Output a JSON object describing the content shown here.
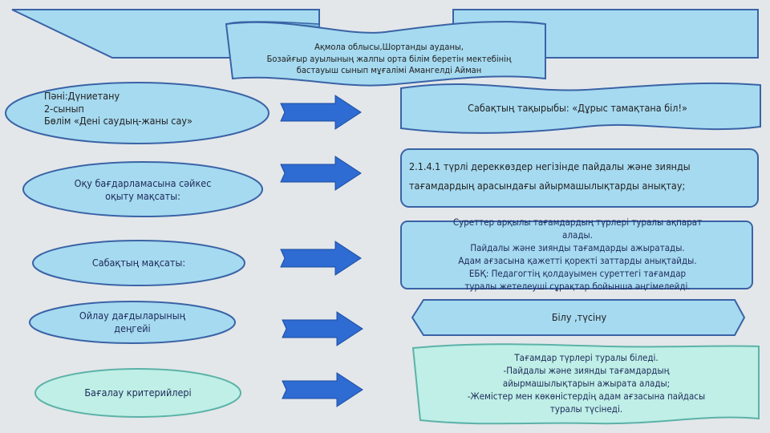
{
  "banner": {
    "line1": "Ақмола облысы,Шортанды ауданы,",
    "line2": "Бозайғыр ауылының жалпы орта білім беретін мектебінің",
    "line3": "бастауыш сынып мұғалімі Амангелді Айман"
  },
  "left": {
    "subject_line1": "Пәні:Дүниетану",
    "subject_line2": "2-сынып",
    "subject_line3": "Бөлім  «Дені саудың-жаны сау»",
    "goal_line1": "Оқу бағдарламасына сәйкес",
    "goal_line2": "оқыту мақсаты:",
    "lesson_goal": "Сабақтың мақсаты:",
    "thinking_line1": "Ойлау дағдыларының",
    "thinking_line2": "деңгейі",
    "criteria": "Бағалау критерийлері"
  },
  "right": {
    "topic": "Сабақтың тақырыбы: «Дұрыс тамақтана біл!»",
    "objective_line1": "2.1.4.1 түрлі дереккөздер негізінде пайдалы және зиянды",
    "objective_line2": "тағамдардың арасындағы айырмашылықтарды анықтау;",
    "lesson_goal_lines": [
      "Суреттер арқылы тағамдардың түрлері туралы ақпарат",
      "алады.",
      "Пайдалы және зиянды  тағамдарды  ажыратады.",
      "Адам ағзасына  қажетті қоректі заттарды анықтайды.",
      "ЕБҚ: Педагогтің қолдауымен суреттегі  тағамдар",
      "туралы жетелеуші сұрақтар бойынша әңгімелейді."
    ],
    "thinking": "Білу ,түсіну",
    "criteria_lines": [
      "Тағамдар түрлері туралы біледі.",
      "-Пайдалы және зиянды тағамдардың",
      "айырмашылықтарын ажырата алады;",
      "-Жемістер мен көкөністердің адам ағзасына пайдасы",
      "туралы түсінеді."
    ]
  },
  "colors": {
    "shape_fill": "#a6daf0",
    "shape_stroke": "#3a63a6",
    "arrow_fill": "#2e6bd2",
    "criteria_fill": "#bfefe6",
    "criteria_stroke": "#5cb2a8"
  }
}
